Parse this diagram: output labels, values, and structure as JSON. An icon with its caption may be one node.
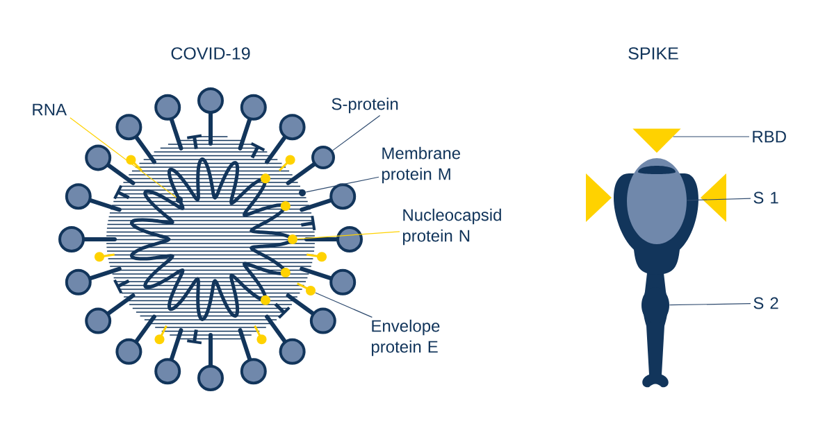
{
  "diagram": {
    "nodes": [
      {
        "text": [
          "RNA"
        ]
      },
      {
        "text": [
          "S-protein"
        ]
      },
      {
        "text": [
          "Membrane protein M"
        ]
      },
      {
        "text": [
          "Nucleocapsid protein N"
        ]
      },
      {
        "text": [
          "Envelope protein E"
        ]
      },
      {
        "text": [
          "RBD"
        ]
      },
      {
        "text": [
          "S 1"
        ]
      },
      {
        "text": [
          "S 2"
        ]
      },
      {
        "text": [],
        "shape": "circle"
      },
      {
        "text": [],
        "shape": "circle"
      },
      {
        "text": [],
        "shape": "circle"
      },
      {
        "text": [],
        "shape": "circle"
      },
      {
        "text": [],
        "shape": "circle"
      },
      {
        "text": [],
        "shape": "picture"
      },
      {
        "text": [],
        "shape": "picture"
      },
      {
        "text": [],
        "shape": "ellipse"
      }
    ],
    "edges": [
      {
        "from": 0,
        "to": 8,
        "arrow": "none",
        "color": "#ffd200"
      },
      {
        "from": 1,
        "to": 9,
        "arrow": "none"
      },
      {
        "from": 2,
        "to": 10,
        "arrow": "none"
      },
      {
        "from": 3,
        "to": 11,
        "arrow": "none",
        "color": "#ffd200"
      },
      {
        "from": 4,
        "to": 12,
        "arrow": "none"
      },
      {
        "from": 5,
        "to": 13,
        "arrow": "none"
      },
      {
        "from": 6,
        "to": 14,
        "arrow": "none"
      },
      {
        "from": 7,
        "to": 15,
        "arrow": "none"
      }
    ],
    "labels": [
      "COVID-19",
      "SPIKE"
    ]
  }
}
